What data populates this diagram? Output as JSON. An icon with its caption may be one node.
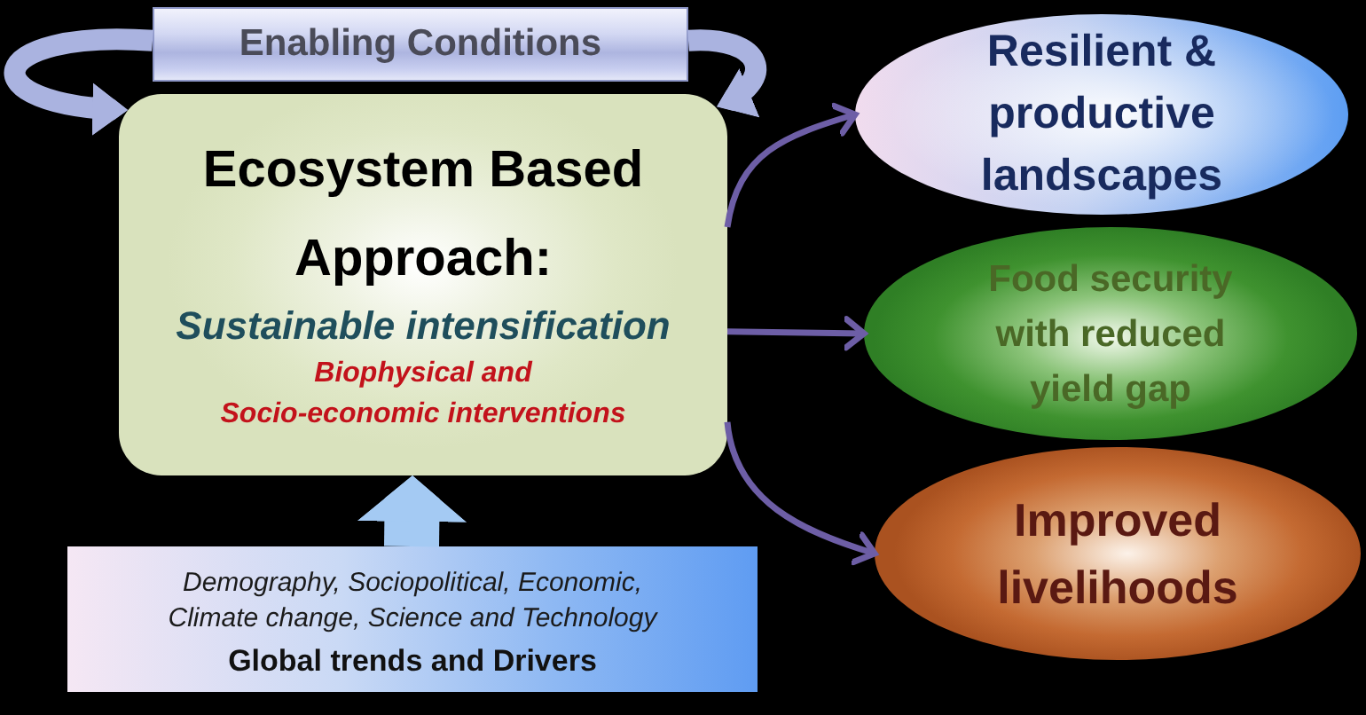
{
  "diagram": {
    "nodes": [
      {
        "text": [
          "Enabling Conditions"
        ]
      },
      {
        "text": [
          "Ecosystem Based Approach:",
          "Sustainable intensification",
          "Biophysical and Socio-economic interventions"
        ]
      },
      {
        "text": [
          "Resilient & productive landscapes"
        ]
      },
      {
        "text": [
          "Food security with reduced yield gap"
        ]
      },
      {
        "text": [
          "Improved livelihoods"
        ]
      },
      {
        "text": [
          "Demography, Sociopolitical, Economic, Climate change, Science and Technology",
          "Global trends and Drivers"
        ]
      }
    ],
    "edges": [
      {
        "from": 0,
        "to": 1,
        "arrow": "to",
        "style": "thick",
        "color": "#aab3e0"
      },
      {
        "from": 0,
        "to": 1,
        "arrow": "to",
        "style": "thick",
        "color": "#aab3e0"
      },
      {
        "from": 1,
        "to": 2,
        "arrow": "to"
      },
      {
        "from": 1,
        "to": 3,
        "arrow": "to"
      },
      {
        "from": 1,
        "to": 4,
        "arrow": "to"
      },
      {
        "from": 5,
        "to": 1,
        "arrow": "to",
        "style": "thick",
        "color": "#a4caf3"
      }
    ]
  }
}
